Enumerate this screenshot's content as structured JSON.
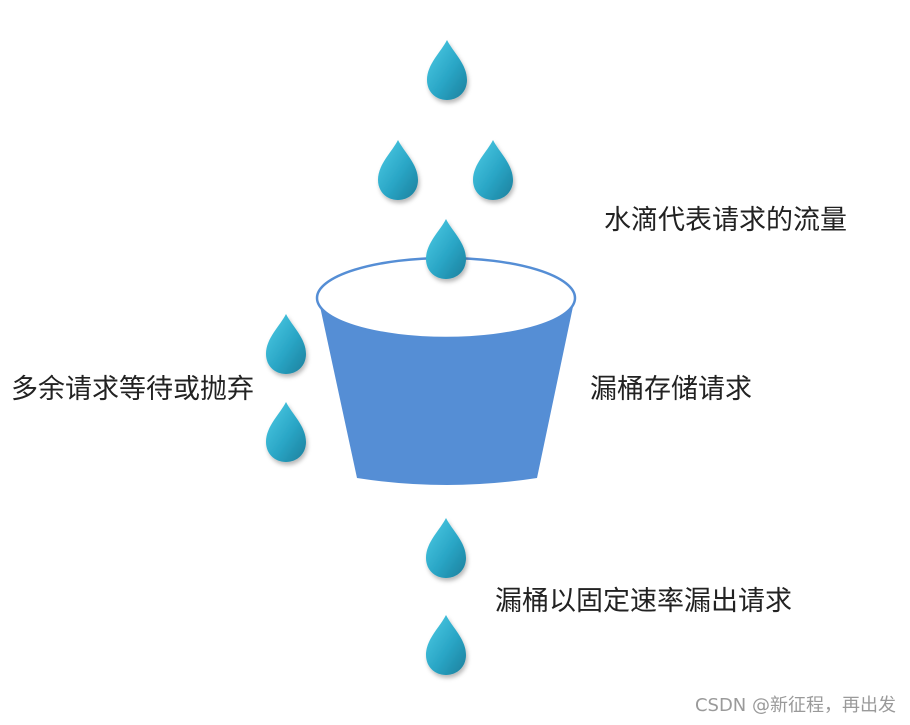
{
  "labels": {
    "drops_meaning": "水滴代表请求的流量",
    "bucket_storage": "漏桶存储请求",
    "excess_handling": "多余请求等待或抛弃",
    "fixed_rate_out": "漏桶以固定速率漏出请求"
  },
  "watermark": "CSDN @新征程，再出发",
  "colors": {
    "drop_light": "#3fc0dc",
    "drop_dark": "#1d8aa8",
    "bucket_fill": "#558ed5",
    "bucket_rim_fill": "#ffffff",
    "bucket_rim_stroke": "#558ed5"
  }
}
